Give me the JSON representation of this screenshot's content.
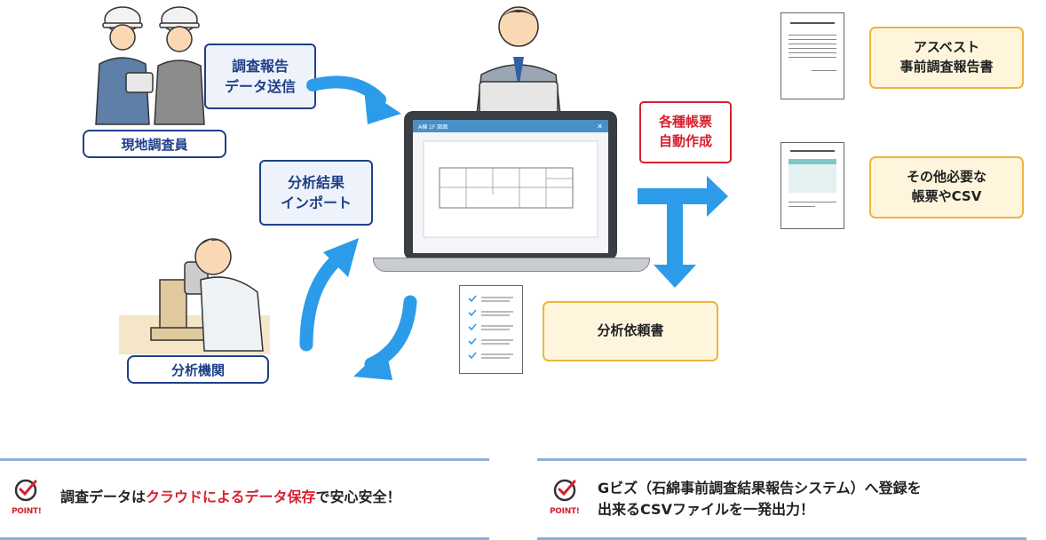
{
  "labels": {
    "surveyor": "現地調査員",
    "send_data": [
      "調査報告",
      "データ送信"
    ],
    "import_results": [
      "分析結果",
      "インポート"
    ],
    "lab": "分析機関",
    "auto_create": [
      "各種帳票",
      "自動作成"
    ],
    "asbestos_report": [
      "アスベスト",
      "事前調査報告書"
    ],
    "other_forms": [
      "その他必要な",
      "帳票やCSV"
    ],
    "analysis_request": "分析依頼書"
  },
  "screen": {
    "title": "A棟 1F 図面",
    "close": "✕"
  },
  "points": [
    {
      "badge": "POINT!",
      "text_before": "調査データは",
      "text_highlight": "クラウドによるデータ保存",
      "text_after": "で安心安全！"
    },
    {
      "badge": "POINT!",
      "line1": "Gビズ（石綿事前調査結果報告システム）へ登録を",
      "line2": "出来るCSVファイルを一発出力！"
    }
  ],
  "colors": {
    "navy": "#1f3f8a",
    "arrow_blue": "#2c9bea",
    "accent_red": "#d6202e",
    "yellow_border": "#f0b43c",
    "yellow_fill": "#fff5dd"
  }
}
